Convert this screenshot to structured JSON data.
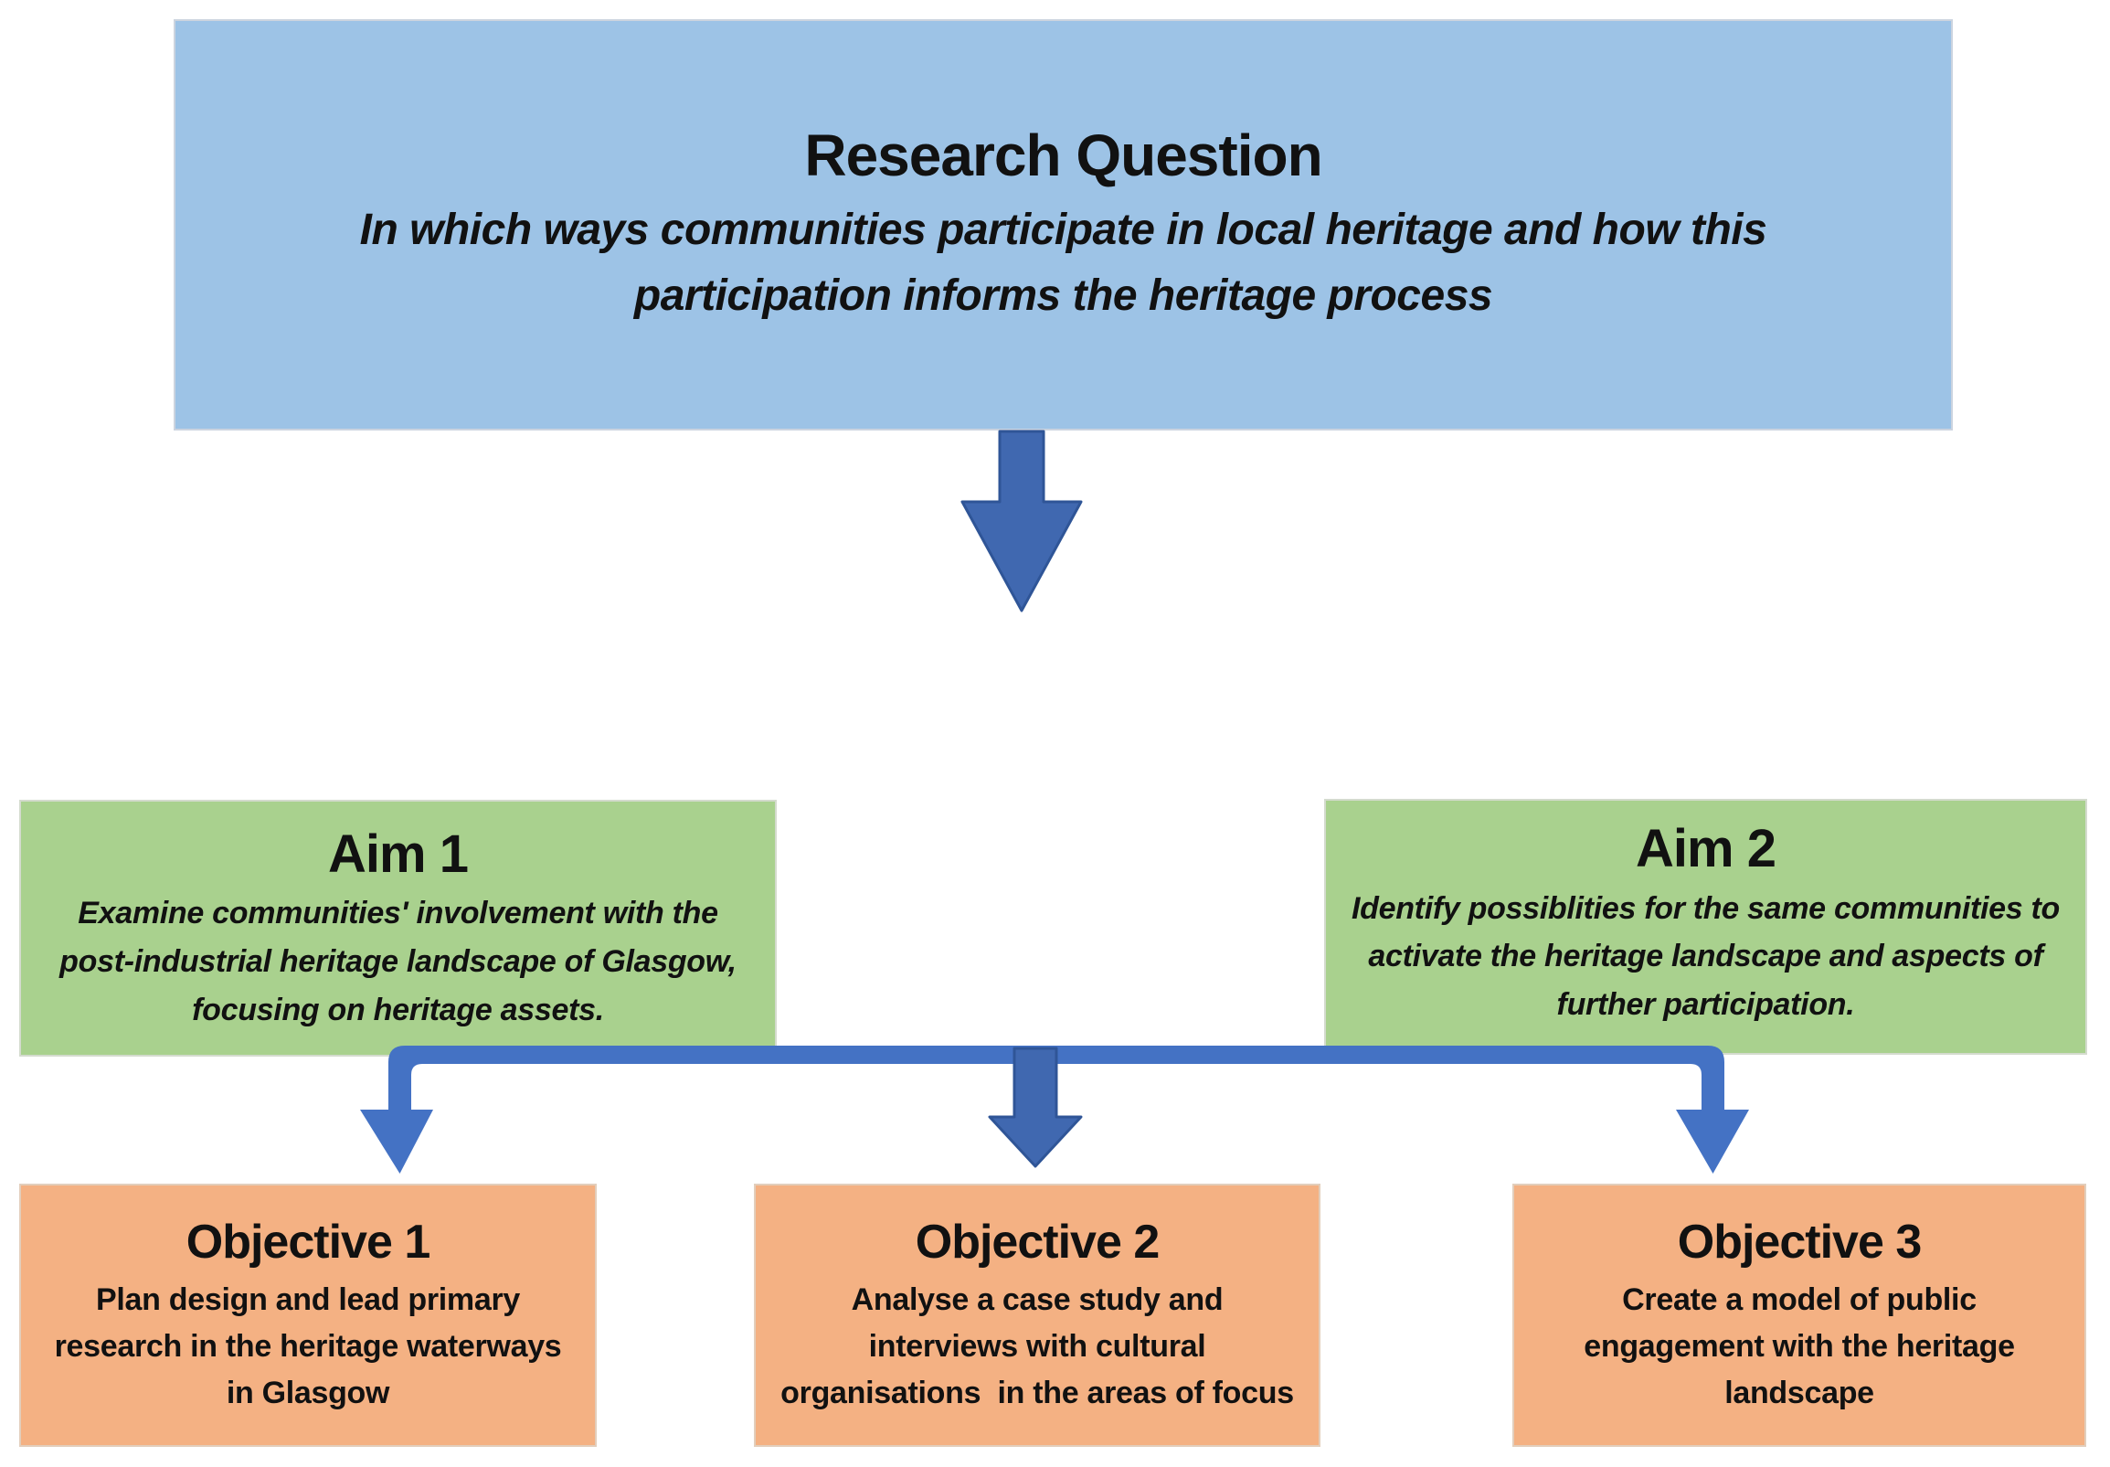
{
  "research_question": {
    "title": "Research Question",
    "line1": "In which ways communities participate in local heritage and how this",
    "line2": "participation informs the heritage process"
  },
  "aim1": {
    "title": "Aim 1",
    "line1": "Examine communities' involvement with the",
    "line2": "post-industrial heritage landscape of Glasgow,",
    "line3": "focusing on heritage assets."
  },
  "aim2": {
    "title": "Aim 2",
    "line1": "Identify possiblities for the same communities to",
    "line2": "activate the heritage landscape and aspects of",
    "line3": "further participation."
  },
  "objective1": {
    "title": "Objective 1",
    "line1": "Plan design and lead primary",
    "line2": "research in the heritage waterways",
    "line3": "in Glasgow"
  },
  "objective2": {
    "title": "Objective 2",
    "line1": "Analyse a case study and",
    "line2": "interviews with cultural",
    "line3": "organisations  in the areas of focus"
  },
  "objective3": {
    "title": "Objective 3",
    "line1": "Create a model of public",
    "line2": "engagement with the heritage",
    "line3": "landscape"
  },
  "colors": {
    "research_box_fill": "#9DC3E6",
    "aim_box_fill": "#A9D18E",
    "objective_box_fill": "#F4B183",
    "block_arrow_fill": "#4068B0",
    "block_arrow_outline": "#2F5597",
    "connector_fill": "#4472C4",
    "text": "#111111",
    "background": "#FFFFFF"
  }
}
